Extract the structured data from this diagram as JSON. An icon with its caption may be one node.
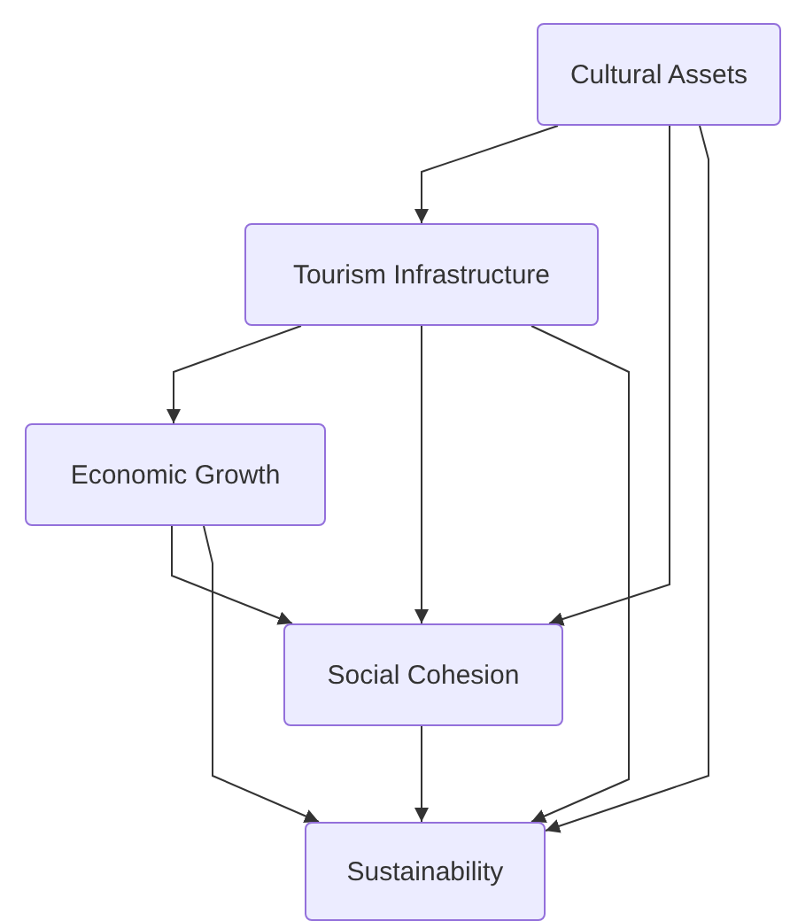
{
  "diagram": {
    "nodes": [
      {
        "text": [
          "Cultural Assets"
        ]
      },
      {
        "text": [
          "Tourism Infrastructure"
        ]
      },
      {
        "text": [
          "Economic Growth"
        ]
      },
      {
        "text": [
          "Social Cohesion"
        ]
      },
      {
        "text": [
          "Sustainability"
        ]
      }
    ],
    "edges": [
      {
        "from": 0,
        "to": 1,
        "arrow": "to"
      },
      {
        "from": 0,
        "to": 3,
        "arrow": "to"
      },
      {
        "from": 0,
        "to": 4,
        "arrow": "to"
      },
      {
        "from": 1,
        "to": 2,
        "arrow": "to"
      },
      {
        "from": 1,
        "to": 3,
        "arrow": "to"
      },
      {
        "from": 1,
        "to": 4,
        "arrow": "to"
      },
      {
        "from": 2,
        "to": 3,
        "arrow": "to"
      },
      {
        "from": 2,
        "to": 4,
        "arrow": "to"
      },
      {
        "from": 3,
        "to": 4,
        "arrow": "to"
      }
    ]
  }
}
